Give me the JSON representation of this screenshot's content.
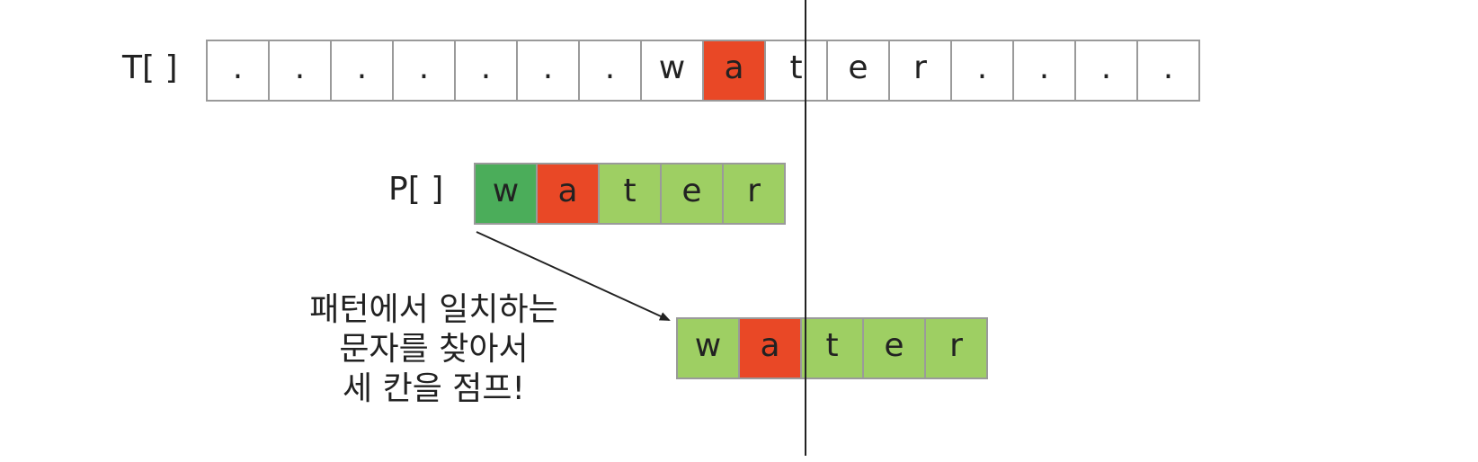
{
  "text_label": "T[ ]",
  "pattern_label": "P[ ]",
  "text_cells": [
    ".",
    ".",
    ".",
    ".",
    ".",
    ".",
    ".",
    "w",
    "a",
    "t",
    "e",
    "r",
    ".",
    ".",
    ".",
    "."
  ],
  "text_highlight_index": 8,
  "pattern_cells": [
    "w",
    "a",
    "t",
    "e",
    "r"
  ],
  "pattern_shifted_cells": [
    "w",
    "a",
    "t",
    "e",
    "r"
  ],
  "caption_lines": [
    "패턴에서 일치하는",
    "문자를 찾아서",
    "세 칸을 점프!"
  ],
  "colors": {
    "mismatch": "#E94826",
    "match_found": "#4BAD5A",
    "pattern": "#9ECF63",
    "empty": "#FFFFFF",
    "border": "#9A9A9A",
    "line": "#222222"
  }
}
